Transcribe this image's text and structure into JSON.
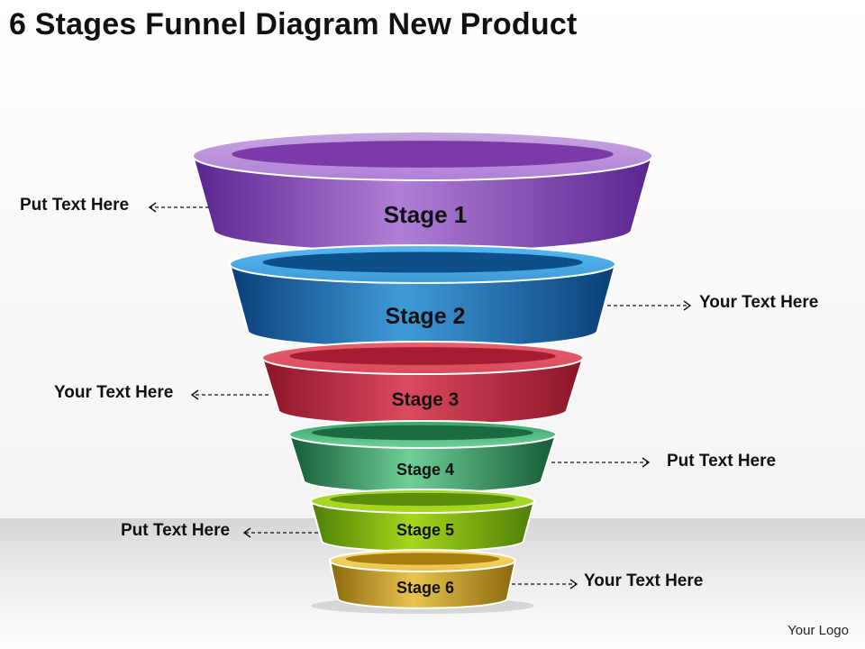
{
  "title": "6 Stages Funnel Diagram New Product",
  "stages": [
    {
      "label": "Stage 1",
      "colors": {
        "rim": "#c7a6e2",
        "inner": "#7b3aa8",
        "body_dark": "#5a2490",
        "body_light": "#b07fd6"
      }
    },
    {
      "label": "Stage 2",
      "colors": {
        "rim": "#55b8f2",
        "inner": "#0d4f8a",
        "body_dark": "#0a3e78",
        "body_light": "#3f9bd8"
      }
    },
    {
      "label": "Stage 3",
      "colors": {
        "rim": "#e8606e",
        "inner": "#a41d33",
        "body_dark": "#8c1428",
        "body_light": "#d94a5d"
      }
    },
    {
      "label": "Stage 4",
      "colors": {
        "rim": "#3ba36b",
        "inner": "#1c6a41",
        "body_dark": "#155a36",
        "body_light": "#6fcf98"
      }
    },
    {
      "label": "Stage 5",
      "colors": {
        "rim": "#a6d836",
        "inner": "#5b8e08",
        "body_dark": "#4d7e07",
        "body_light": "#a6d61c"
      }
    },
    {
      "label": "Stage 6",
      "colors": {
        "rim": "#f6dc6b",
        "inner": "#a77d10",
        "body_dark": "#8a680c",
        "body_light": "#e8c44e"
      }
    }
  ],
  "callouts": [
    {
      "text": "Put Text Here",
      "side": "left"
    },
    {
      "text": "Your Text Here",
      "side": "right"
    },
    {
      "text": "Your Text Here",
      "side": "left"
    },
    {
      "text": "Put Text Here",
      "side": "right"
    },
    {
      "text": "Put Text Here",
      "side": "left"
    },
    {
      "text": "Your Text Here",
      "side": "right"
    }
  ],
  "logo": "Your Logo"
}
